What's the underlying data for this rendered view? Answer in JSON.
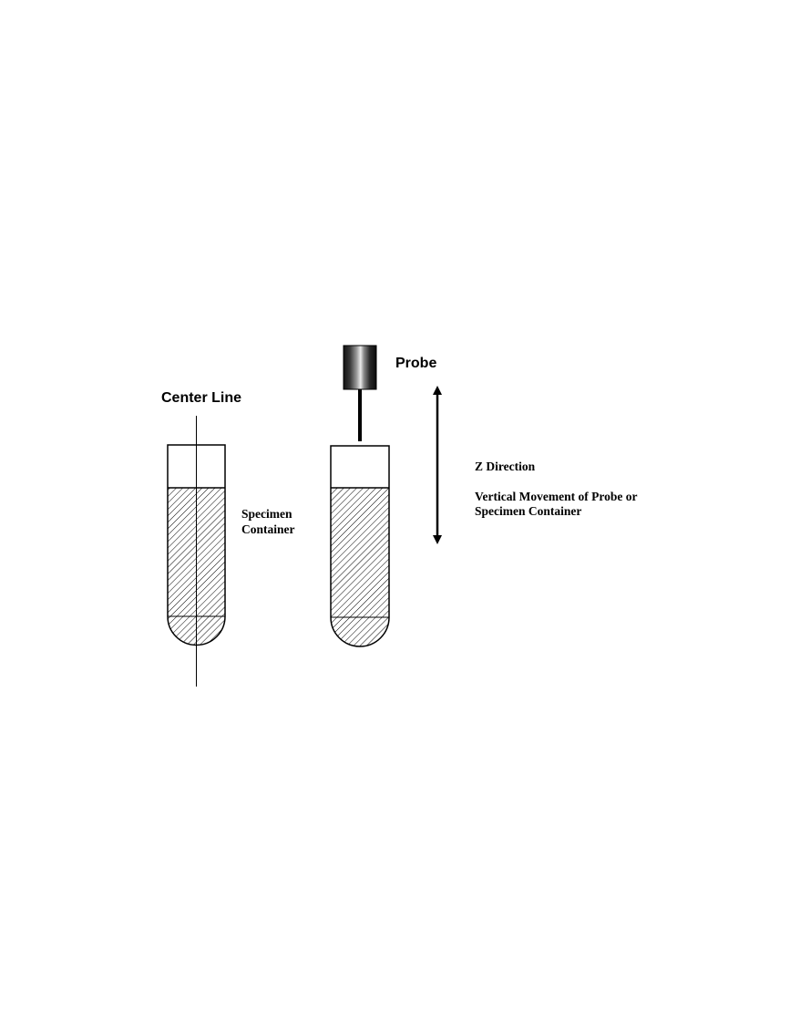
{
  "labels": {
    "center_line": "Center  Line",
    "probe": "Probe",
    "specimen_container_line1": "Specimen",
    "specimen_container_line2": "Container",
    "z_direction": "Z Direction",
    "vertical_movement_line1": "Vertical Movement of Probe or",
    "vertical_movement_line2": "Specimen Container"
  },
  "colors": {
    "ink": "#000000",
    "background": "#ffffff"
  }
}
